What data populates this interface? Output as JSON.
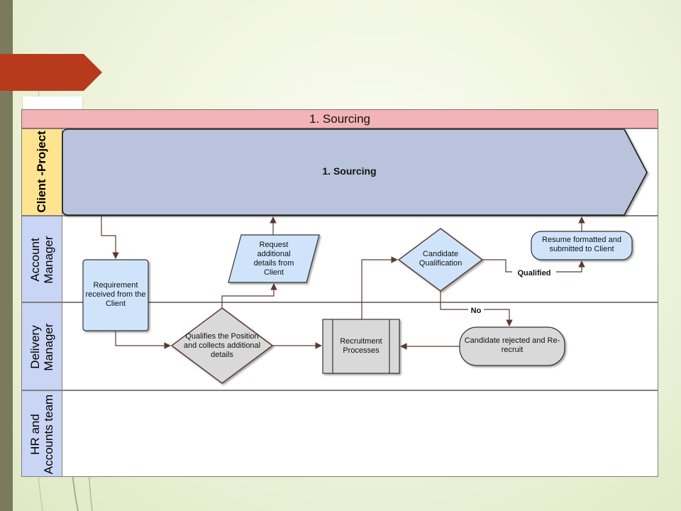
{
  "header": {
    "title": "1. Sourcing"
  },
  "lanes": [
    {
      "label": "Client -Project",
      "color": "#ffe390",
      "text_color": "#111111"
    },
    {
      "label_line1": "Account",
      "label_line2": "Manager",
      "color": "#c9d5f5"
    },
    {
      "label_line1": "Delivery",
      "label_line2": "Manager",
      "color": "#c9d5f5"
    },
    {
      "label_line1": "HR and",
      "label_line2": "Accounts team",
      "color": "#c9d5f5"
    }
  ],
  "nodes": {
    "sourcing_phase": "1. Sourcing",
    "requirement": "Requirement received from the Client",
    "request_details": "Request additional details from Client",
    "qualifies_position": "Qualifies the Position and collects additional details",
    "recruitment_processes": "Recruitment Processes",
    "candidate_qualification": "Candidate Qualification",
    "resume_formatted": "Resume formatted and submitted to Client",
    "candidate_rejected": "Candidate rejected and Re-recruit"
  },
  "edge_labels": {
    "qualified": "Qualified",
    "no": "No"
  },
  "colors": {
    "header_band": "#f2b4b6",
    "phase_arrow": "#b9c3dc",
    "process_blue": "#cfe4fb",
    "decision_grey": "#d9d9d9",
    "accent_red": "#b83a1c",
    "arrow": "#5a3a32"
  }
}
